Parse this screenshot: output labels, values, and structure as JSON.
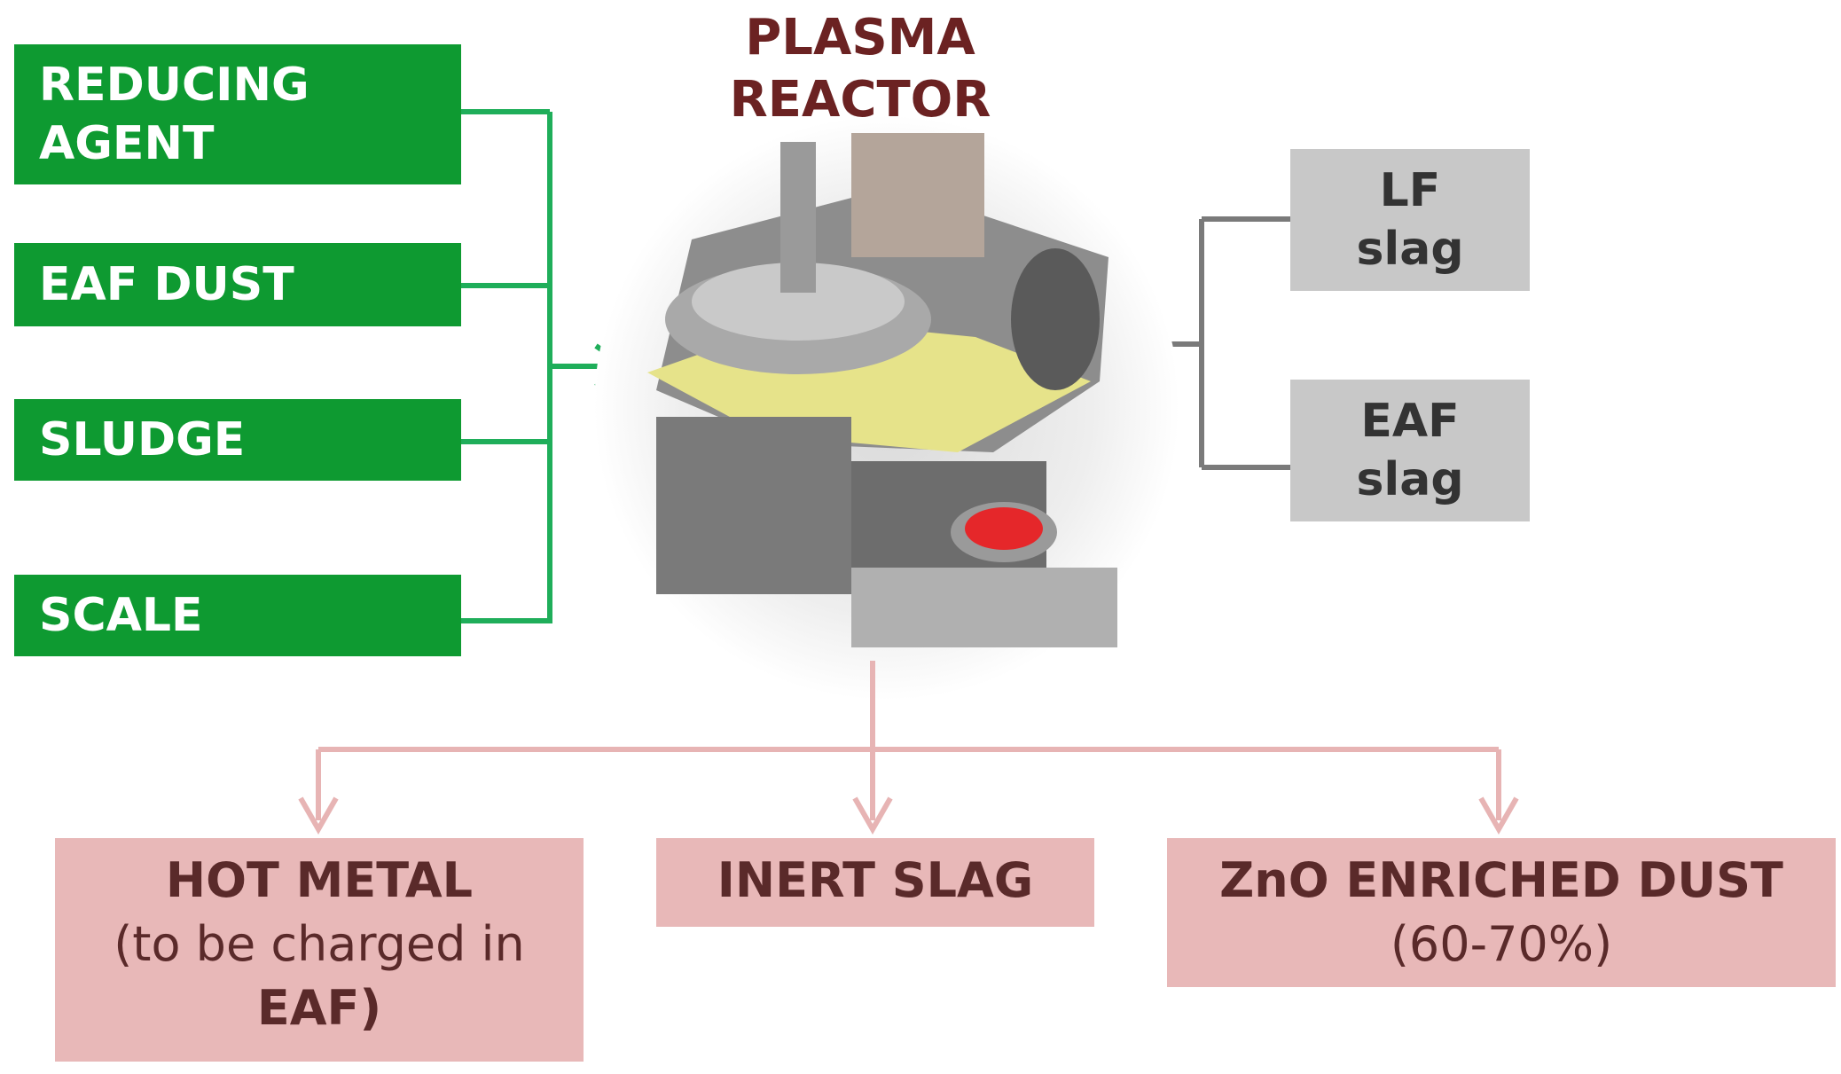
{
  "inputs_left": [
    {
      "line1": "REDUCING",
      "line2": "AGENT"
    },
    {
      "line1": "EAF DUST",
      "line2": ""
    },
    {
      "line1": "SLUDGE",
      "line2": ""
    },
    {
      "line1": "SCALE",
      "line2": ""
    }
  ],
  "reactor": {
    "title_line1": "PLASMA",
    "title_line2": "REACTOR"
  },
  "inputs_right": [
    {
      "line1": "LF",
      "line2": "slag"
    },
    {
      "line1": "EAF",
      "line2": "slag"
    }
  ],
  "outputs": [
    {
      "title": "HOT METAL",
      "line2": "(to be charged in",
      "line3": "EAF)"
    },
    {
      "title": "INERT SLAG",
      "line2": "",
      "line3": ""
    },
    {
      "title": "ZnO ENRICHED DUST",
      "line2": "(60-70%)",
      "line3": ""
    }
  ],
  "colors": {
    "input_green": "#0e9a31",
    "connector_green": "#1fae5a",
    "slag_grey": "#c8c8c8",
    "connector_grey": "#7a7a7a",
    "output_pink": "#e8b8b8",
    "connector_pink": "#e7b4b4",
    "title_maroon": "#6b2222"
  }
}
